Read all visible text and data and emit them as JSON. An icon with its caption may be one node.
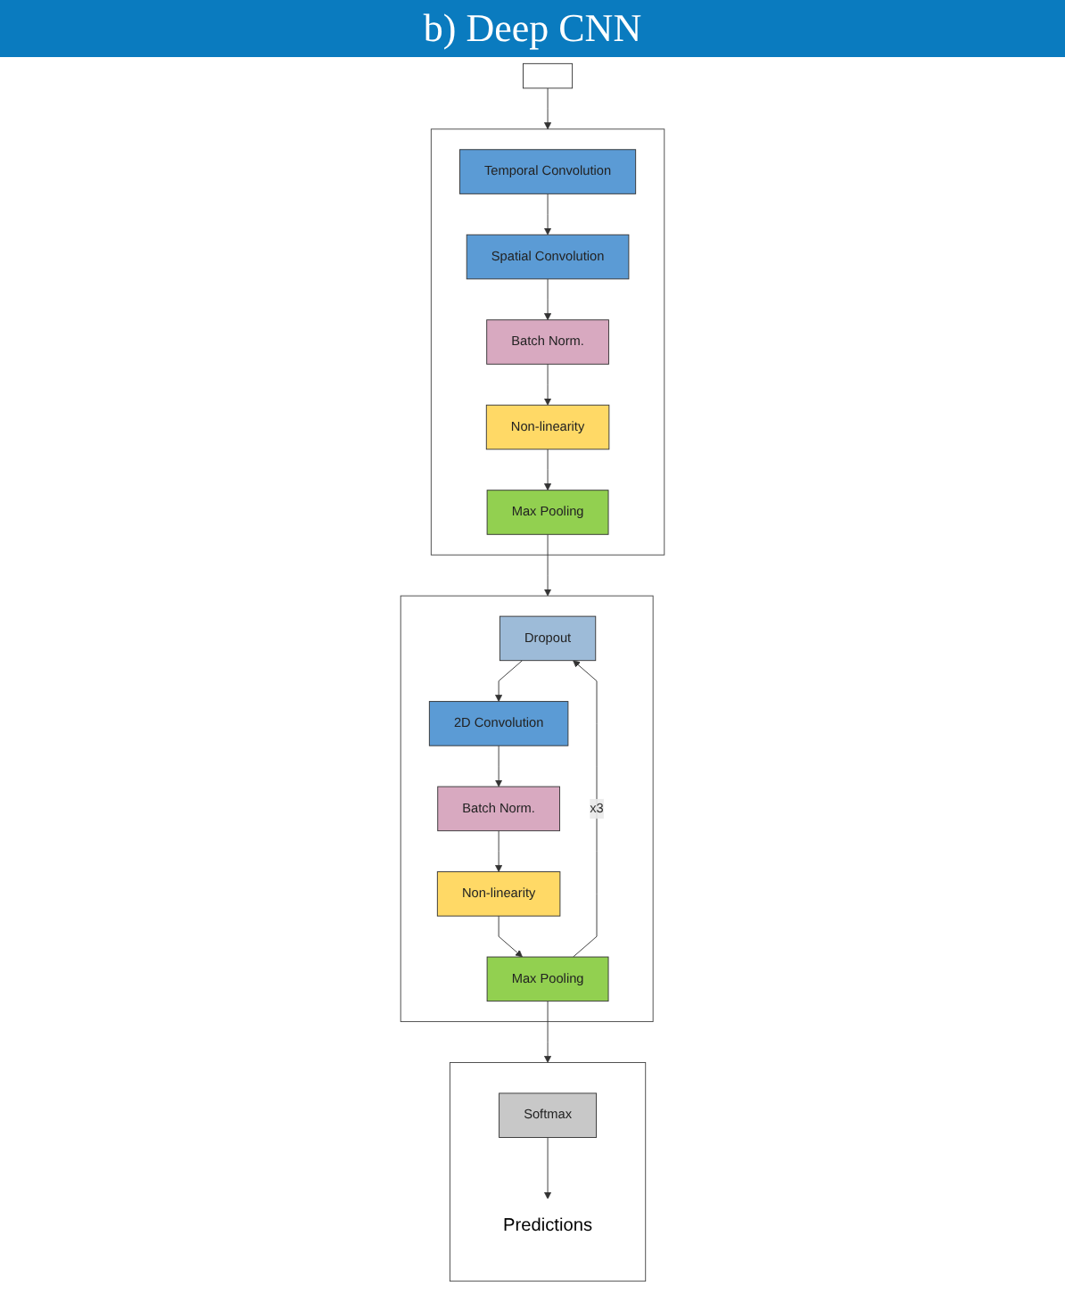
{
  "diagram": {
    "title": "b) Deep CNN",
    "nodes": [
      {
        "text": [],
        "shape": "picture"
      },
      {
        "text": [],
        "shape": "box"
      },
      {
        "text": [
          "Temporal Convolution"
        ],
        "in": 1
      },
      {
        "text": [
          "Spatial Convolution"
        ],
        "in": 1
      },
      {
        "text": [
          "Batch Norm."
        ],
        "in": 1
      },
      {
        "text": [
          "Non-linearity"
        ],
        "in": 1
      },
      {
        "text": [
          "Max Pooling"
        ],
        "in": 1
      },
      {
        "text": [],
        "shape": "box"
      },
      {
        "text": [
          "Dropout"
        ],
        "in": 7
      },
      {
        "text": [
          "2D Convolution"
        ],
        "in": 7
      },
      {
        "text": [
          "Batch Norm."
        ],
        "in": 7
      },
      {
        "text": [
          "Non-linearity"
        ],
        "in": 7
      },
      {
        "text": [
          "Max Pooling"
        ],
        "in": 7
      },
      {
        "text": [],
        "shape": "box"
      },
      {
        "text": [
          "Softmax"
        ],
        "in": 13
      },
      {
        "text": [
          "Predictions"
        ],
        "in": 13
      }
    ],
    "edges": [
      {
        "from": 0,
        "to": 1,
        "arrow": "to"
      },
      {
        "from": 2,
        "to": 3,
        "arrow": "to"
      },
      {
        "from": 3,
        "to": 4,
        "arrow": "to"
      },
      {
        "from": 4,
        "to": 5,
        "arrow": "to"
      },
      {
        "from": 5,
        "to": 6,
        "arrow": "to"
      },
      {
        "from": 6,
        "to": 7,
        "arrow": "to"
      },
      {
        "from": 8,
        "to": 9,
        "arrow": "to"
      },
      {
        "from": 9,
        "to": 10,
        "arrow": "to"
      },
      {
        "from": 10,
        "to": 11,
        "arrow": "to"
      },
      {
        "from": 11,
        "to": 12,
        "arrow": "to"
      },
      {
        "from": 12,
        "to": 8,
        "arrow": "to",
        "label": "x3"
      },
      {
        "from": 12,
        "to": 13,
        "arrow": "to"
      },
      {
        "from": 14,
        "to": 15,
        "arrow": "to"
      }
    ]
  }
}
